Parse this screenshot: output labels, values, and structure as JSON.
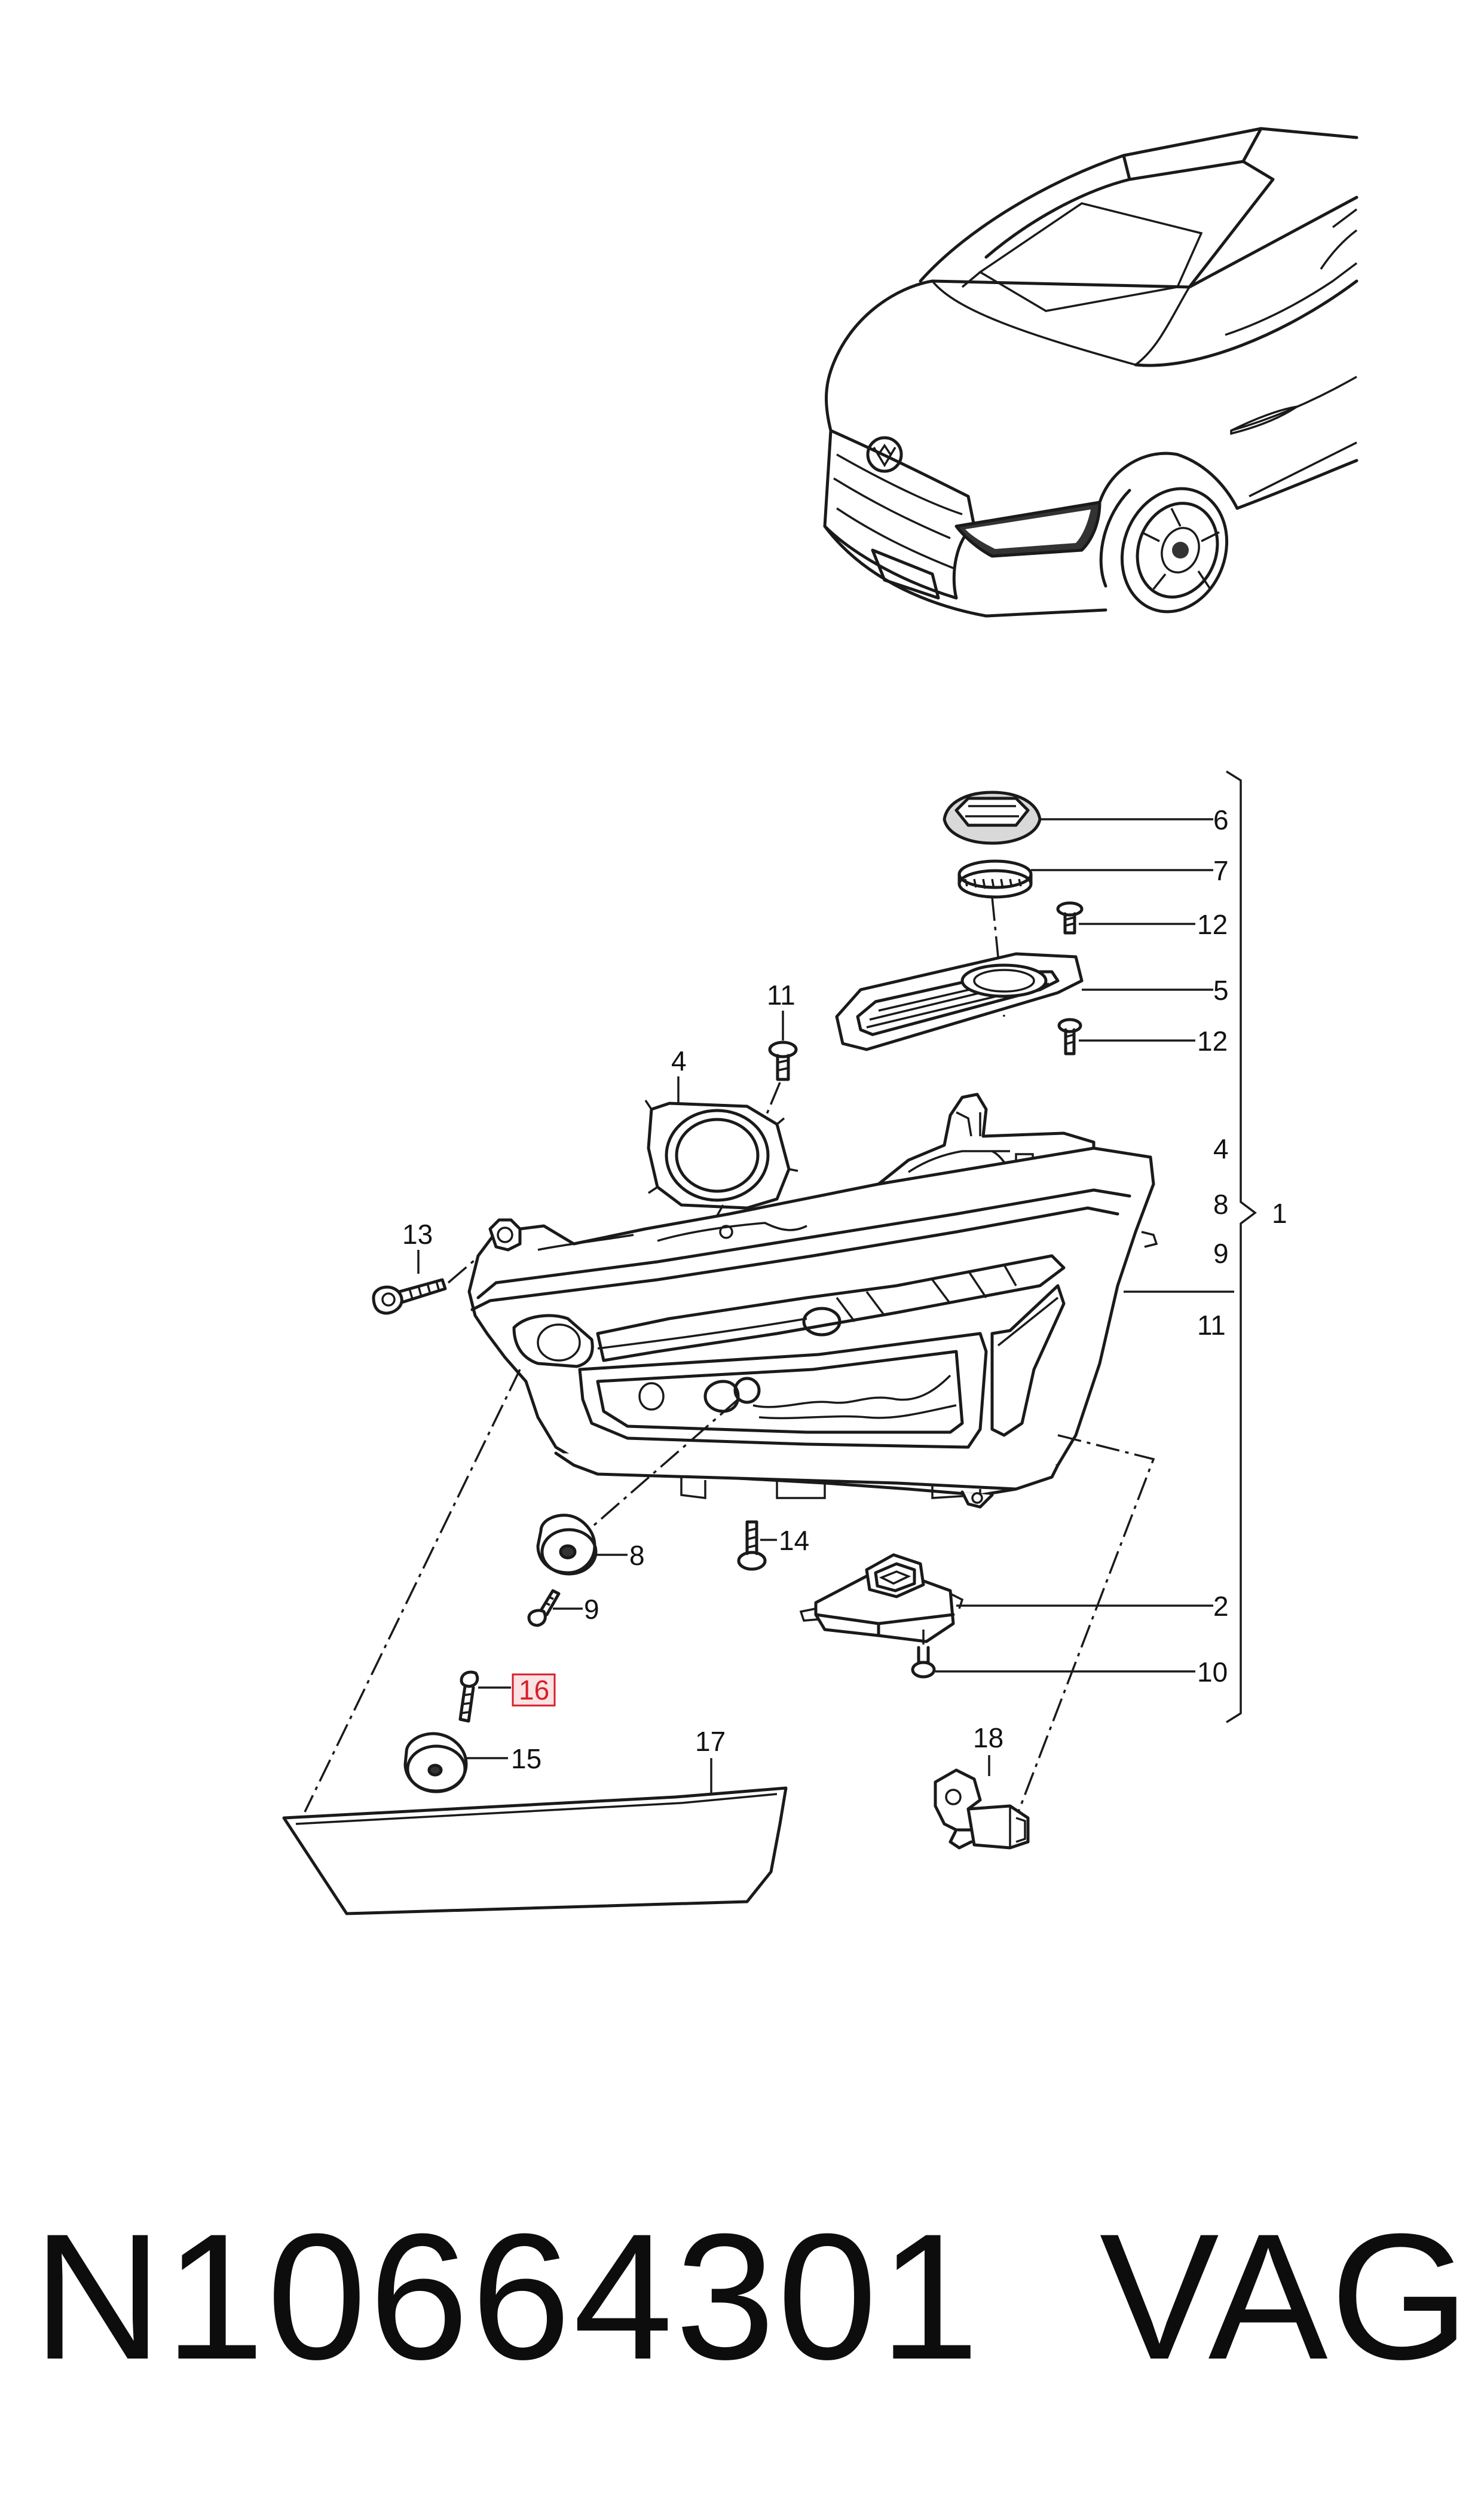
{
  "callouts": {
    "c6": "6",
    "c7": "7",
    "c12a": "12",
    "c5": "5",
    "c12b": "12",
    "c4r": "4",
    "c8r": "8",
    "c9r": "9",
    "c11r": "11",
    "c1": "1",
    "c11t": "11",
    "c4t": "4",
    "c13": "13",
    "c14": "14",
    "c8": "8",
    "c9": "9",
    "c2": "2",
    "c10": "10",
    "c16": "16",
    "c15": "15",
    "c17": "17",
    "c18": "18"
  },
  "highlight_color": "#d61f2a",
  "footer": {
    "part_number": "N10664301",
    "brand": "VAG"
  }
}
